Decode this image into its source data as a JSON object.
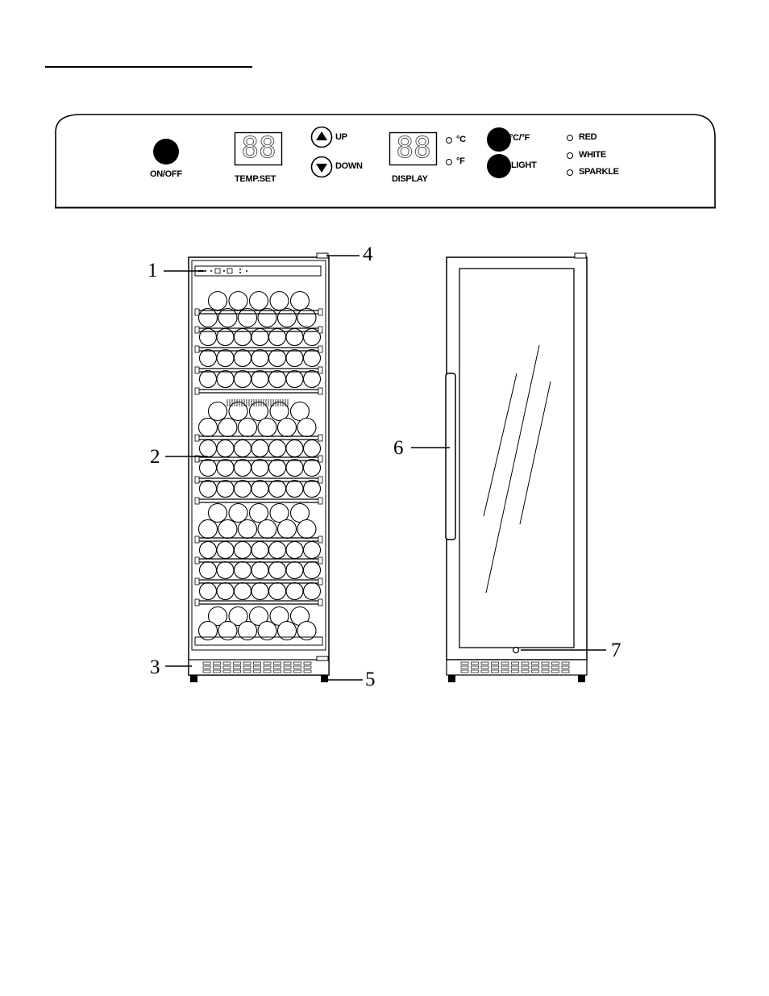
{
  "control_panel": {
    "onoff_label": "ON/OFF",
    "temp_display_digits": "88",
    "temp_set_label": "TEMP.SET",
    "up_label": "UP",
    "down_label": "DOWN",
    "display_digits": "88",
    "display_label": "DISPLAY",
    "unit_c_label": "°C",
    "unit_f_label": "°F",
    "cf_button_label": "°C/°F",
    "light_button_label": "LIGHT",
    "light_modes": [
      "RED",
      "WHITE",
      "SPARKLE"
    ]
  },
  "callouts": {
    "front_open": [
      "1",
      "2",
      "3",
      "4",
      "5"
    ],
    "front_closed": [
      "6",
      "7"
    ]
  },
  "colors": {
    "ink": "#000000",
    "led": "#555555",
    "background": "#ffffff"
  }
}
